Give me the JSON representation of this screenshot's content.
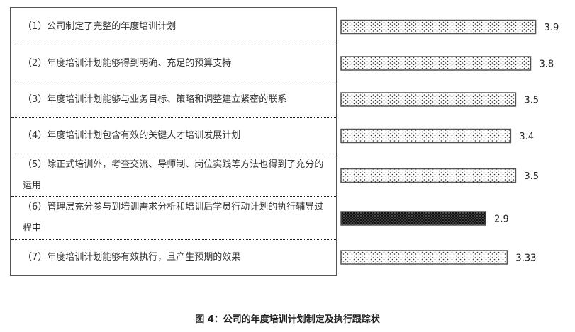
{
  "chart_data": {
    "type": "bar",
    "orientation": "horizontal",
    "title": "图 4：公司的年度培训计划制定及执行跟踪状",
    "categories": [
      "（1）公司制定了完整的年度培训计划",
      "（2）年度培训计划能够得到明确、充足的预算支持",
      "（3）年度培训计划能够与业务目标、策略和调整建立紧密的联系",
      "（4）年度培训计划包含有效的关键人才培训发展计划",
      "（5）除正式培训外，考查交流、导师制、岗位实践等方法也得到了充分的运用",
      "（6）管理层充分参与到培训需求分析和培训后学员行动计划的执行辅导过程中",
      "（7）年度培训计划能够有效执行，且产生预期的效果"
    ],
    "values": [
      3.9,
      3.8,
      3.5,
      3.4,
      3.5,
      2.9,
      3.33
    ],
    "value_labels": [
      "3.9",
      "3.8",
      "3.5",
      "3.4",
      "3.5",
      "2.9",
      "3.33"
    ],
    "highlighted_index": 5,
    "xlabel": "",
    "ylabel": "",
    "xlim": [
      0,
      4
    ],
    "grid": false,
    "colors": {
      "bar_fill": "#ffffff",
      "bar_dots": "#333333",
      "highlight_fill": "#111111",
      "border": "#555555"
    }
  }
}
